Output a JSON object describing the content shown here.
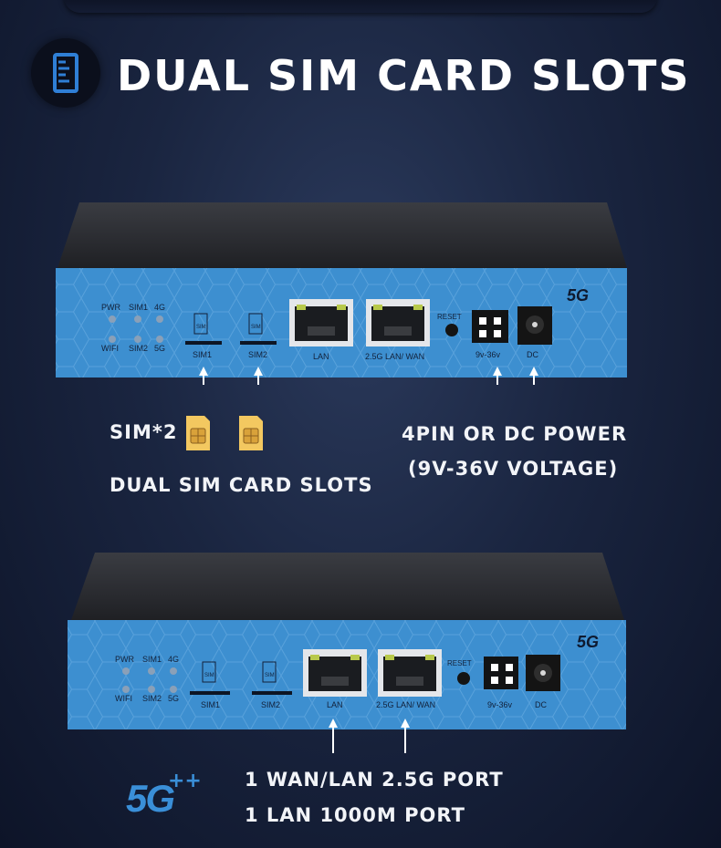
{
  "header": {
    "title": "DUAL SIM CARD SLOTS",
    "icon": "ruler-icon"
  },
  "colors": {
    "panel_blue": "#3d8fd0",
    "chassis": "#2c2e33",
    "sim_gold": "#e9b84a",
    "logo_blue": "#3a8fd8"
  },
  "router_panel": {
    "led_labels": [
      "PWR",
      "SIM1",
      "4G",
      "WIFI",
      "SIM2",
      "5G"
    ],
    "sim1_label": "SIM1",
    "sim2_label": "SIM2",
    "sim_slot_mark": "SIM",
    "lan_label": "LAN",
    "wan_label": "2.5G  LAN/ WAN",
    "reset_label": "RESET",
    "power_label": "9v-36v",
    "dc_label": "DC",
    "logo": "5G"
  },
  "top_section": {
    "sim_count": "SIM*2",
    "sim_slots_caption": "DUAL SIM CARD SLOTS",
    "power_line1": "4PIN OR DC POWER",
    "power_line2": "(9V-36V VOLTAGE)"
  },
  "bottom_section": {
    "port_line1": "1 WAN/LAN 2.5G  PORT",
    "port_line2": "1 LAN 1000M PORT",
    "logo": "5G"
  }
}
